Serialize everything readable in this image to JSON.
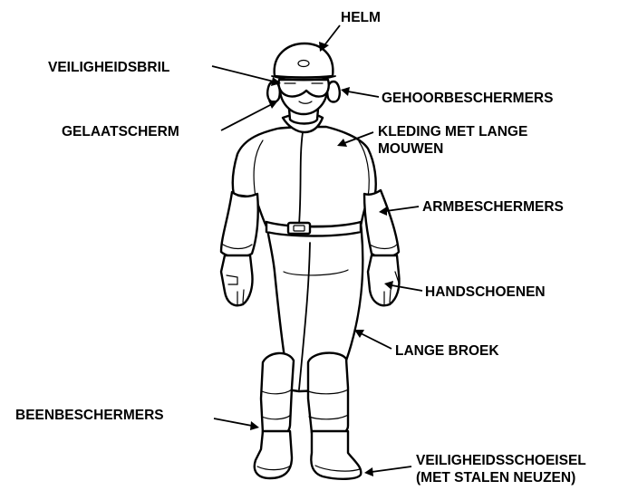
{
  "labels": {
    "helm": "HELM",
    "veiligheidsbril": "VEILIGHEIDSBRIL",
    "gehoorbeschermers": "GEHOORBESCHERMERS",
    "gelaatscherm": "GELAATSCHERM",
    "kleding_line1": "KLEDING MET LANGE",
    "kleding_line2": "MOUWEN",
    "armbeschermers": "ARMBESCHERMERS",
    "handschoenen": "HANDSCHOENEN",
    "lange_broek": "LANGE BROEK",
    "beenbeschermers": "BEENBESCHERMERS",
    "schoeisel_line1": "VEILIGHEIDSSCHOEISEL",
    "schoeisel_line2": "(MET STALEN NEUZEN)"
  }
}
